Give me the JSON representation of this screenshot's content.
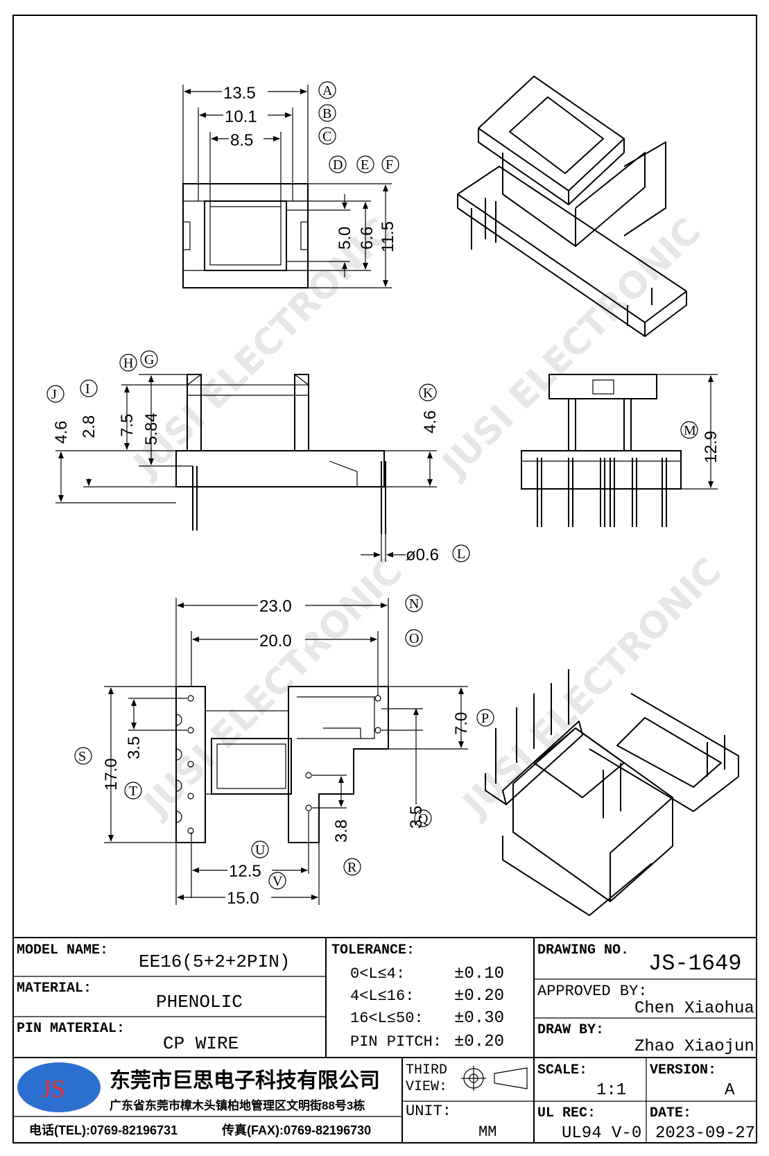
{
  "top_view": {
    "dims": {
      "a": "13.5",
      "b": "10.1",
      "c": "8.5",
      "d": "5.0",
      "e": "6.6",
      "f": "11.5"
    },
    "labels": [
      "A",
      "B",
      "C",
      "D",
      "E",
      "F"
    ]
  },
  "side_view": {
    "dims": {
      "j": "4.6",
      "i": "2.8",
      "g": "7.5",
      "h": "5.84",
      "k": "4.6",
      "m": "12.9",
      "l": "ø0.6"
    },
    "labels": [
      "H",
      "G",
      "J",
      "I",
      "K",
      "M",
      "L"
    ]
  },
  "bottom_view": {
    "dims": {
      "n": "23.0",
      "o": "20.0",
      "p": "7.0",
      "s": "17.0",
      "t": "3.5",
      "q": "3.5",
      "r": "3.8",
      "u": "12.5",
      "v": "15.0"
    },
    "labels": [
      "N",
      "O",
      "P",
      "S",
      "T",
      "Q",
      "R",
      "U",
      "V"
    ]
  },
  "watermark": {
    "text": "JUSI ELECTRONIC"
  },
  "title_block": {
    "model_name_label": "MODEL NAME:",
    "model_name": "EE16(5+2+2PIN)",
    "material_label": "MATERIAL:",
    "material": "PHENOLIC",
    "pin_material_label": "PIN MATERIAL:",
    "pin_material": "CP WIRE",
    "tolerance_label": "TOLERANCE:",
    "tolerances": [
      {
        "range": "0<L≤4:",
        "value": "±0.10"
      },
      {
        "range": "4<L≤16:",
        "value": "±0.20"
      },
      {
        "range": "16<L≤50:",
        "value": "±0.30"
      },
      {
        "range": "PIN PITCH:",
        "value": "±0.20"
      }
    ],
    "drawing_no_label": "DRAWING NO.",
    "drawing_no": "JS-1649",
    "approved_by_label": "APPROVED BY:",
    "approved_by": "Chen Xiaohua",
    "draw_by_label": "DRAW BY:",
    "draw_by": "Zhao Xiaojun",
    "logo_text": "JS",
    "company_name": "东莞市巨思电子科技有限公司",
    "company_address": "广东省东莞市樟木头镇柏地管理区文明街88号3栋",
    "tel": "电话(TEL):0769-82196731",
    "fax": "传真(FAX):0769-82196730",
    "third_view_1": "THIRD",
    "third_view_2": "VIEW:",
    "unit_label": "UNIT:",
    "unit": "MM",
    "scale_label": "SCALE:",
    "scale": "1:1",
    "version_label": "VERSION:",
    "version": "A",
    "ul_rec_label": "UL REC:",
    "ul_rec": "UL94 V-0",
    "date_label": "DATE:",
    "date": "2023-09-27"
  },
  "colors": {
    "logo_fill": "#2d6fd0",
    "logo_text": "#e8302a",
    "line": "#000000",
    "watermark": "#e6e6e6"
  }
}
